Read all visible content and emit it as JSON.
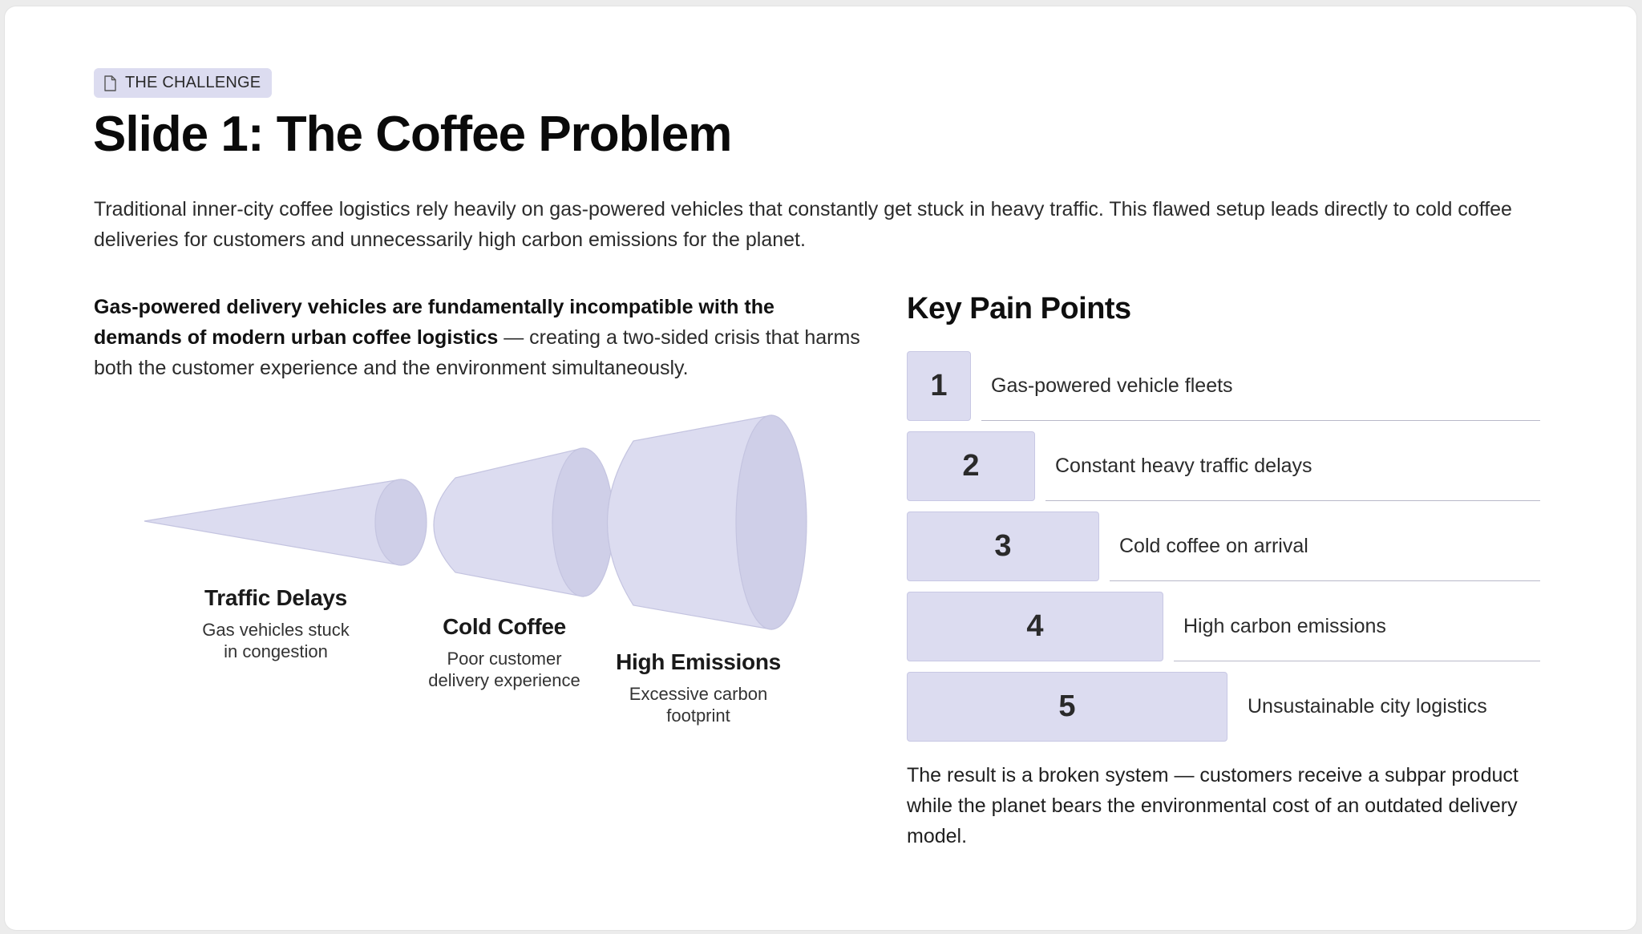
{
  "badge": {
    "icon": "document-icon",
    "label": "THE CHALLENGE"
  },
  "title": "Slide 1: The Coffee Problem",
  "intro": "Traditional inner-city coffee logistics rely heavily on gas-powered vehicles that constantly get stuck in heavy traffic. This flawed setup leads directly to cold coffee deliveries for customers and unnecessarily high carbon emissions for the planet.",
  "lead": {
    "bold": "Gas-powered delivery vehicles are fundamentally incompatible with the demands of modern urban coffee logistics",
    "rest": " — creating a two-sided crisis that harms both the customer experience and the environment simultaneously."
  },
  "funnel": {
    "color_fill": "#dcdcf0",
    "color_cap": "#cfcfe8",
    "color_stroke": "#c4c4e0",
    "stages": [
      {
        "title": "Traffic Delays",
        "desc": [
          "Gas vehicles stuck",
          "in congestion"
        ]
      },
      {
        "title": "Cold Coffee",
        "desc": [
          "Poor customer",
          "delivery experience"
        ]
      },
      {
        "title": "High Emissions",
        "desc": [
          "Excessive carbon",
          "footprint"
        ]
      }
    ]
  },
  "pain_points": {
    "title": "Key Pain Points",
    "items": [
      {
        "num": "1",
        "label": "Gas-powered vehicle fleets"
      },
      {
        "num": "2",
        "label": "Constant heavy traffic delays"
      },
      {
        "num": "3",
        "label": "Cold coffee on arrival"
      },
      {
        "num": "4",
        "label": "High carbon emissions"
      },
      {
        "num": "5",
        "label": "Unsustainable city logistics"
      }
    ]
  },
  "conclusion": "The result is a broken system — customers receive a subpar product while the planet bears the environmental cost of an outdated delivery model."
}
